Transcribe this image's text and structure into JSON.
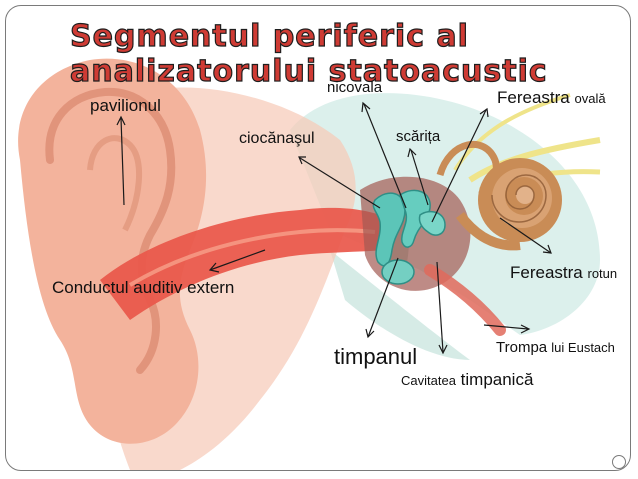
{
  "slide": {
    "title_line1": "Segmentul periferic al",
    "title_line2": "analizatorului statoacustic"
  },
  "labels": {
    "pavilionul": "pavilionul",
    "nicovala": "nicovala",
    "ciocanasul": "ciocănaşul",
    "scarita": "scărița",
    "fereastra_ovala_main": "Fereastra",
    "fereastra_ovala_small": "ovală",
    "conductul": "Conductul auditiv extern",
    "fereastra_rotunda_main": "Fereastra",
    "fereastra_rotunda_small": "rotun",
    "timpanul": "timpanul",
    "trompa_main": "Trompa",
    "trompa_small": "lui Eustach",
    "cavitatea_small": "Cavitatea",
    "cavitatea_main": "timpanică"
  },
  "colors": {
    "title_fill": "#cf3b34",
    "title_outline": "#1e1e1e",
    "ear_skin": "#f3b39c",
    "canal": "#e9574a",
    "ossicles": "#5cc5b8",
    "cochlea": "#c98c56",
    "bone": "#d8eeea",
    "nerve": "#efe48a"
  }
}
